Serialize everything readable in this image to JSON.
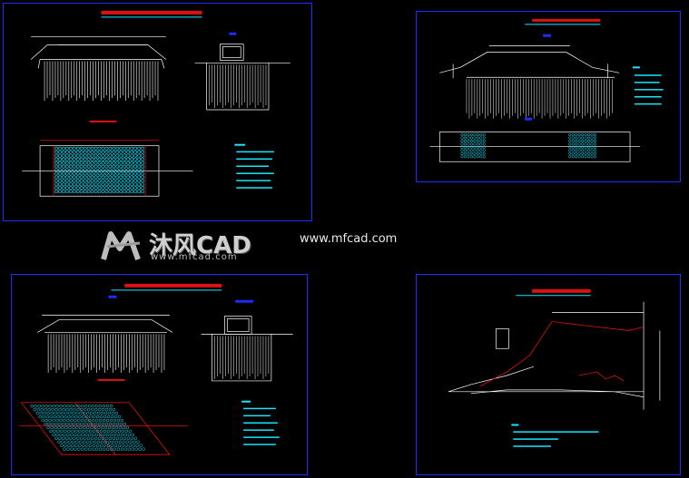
{
  "watermark": {
    "brand": "沐风CAD",
    "brand_sub": "www.mfcad.com",
    "url": "www.mfcad.com"
  },
  "colors": {
    "background": "#000000",
    "frame": "#1b2dff",
    "accent_red": "#e01010",
    "accent_cyan": "#19e6ff",
    "line_white": "#ffffff"
  },
  "icons": {
    "logo": "mfcad-logo-icon"
  }
}
